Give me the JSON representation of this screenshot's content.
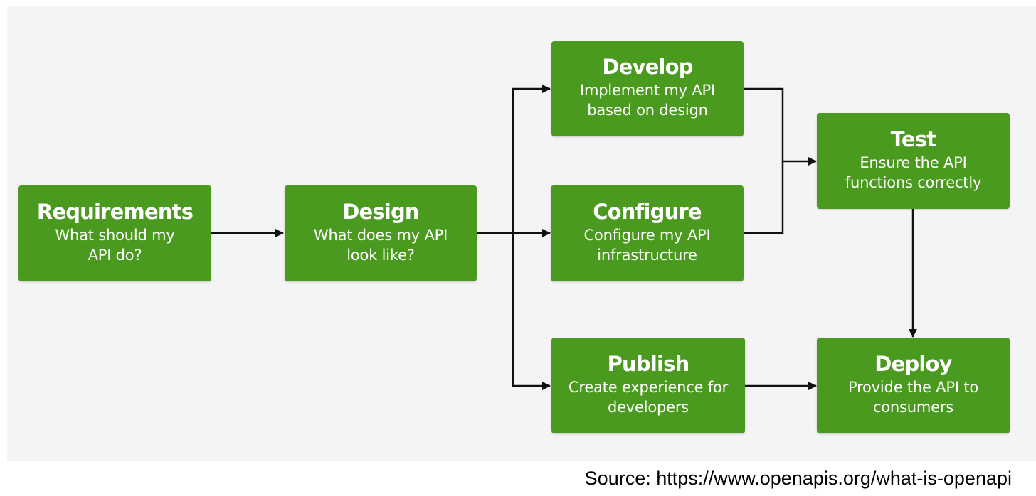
{
  "colors": {
    "node_fill": "#4a9a1f",
    "node_text": "#ffffff",
    "arrow": "#111111",
    "background": "#f4f4f4"
  },
  "nodes": {
    "requirements": {
      "title": "Requirements",
      "description": "What should my\nAPI do?"
    },
    "design": {
      "title": "Design",
      "description": "What does my API\nlook like?"
    },
    "develop": {
      "title": "Develop",
      "description": "Implement my API\nbased on design"
    },
    "configure": {
      "title": "Configure",
      "description": "Configure my API\ninfrastructure"
    },
    "publish": {
      "title": "Publish",
      "description": "Create experience for\ndevelopers"
    },
    "test": {
      "title": "Test",
      "description": "Ensure the API\nfunctions correctly"
    },
    "deploy": {
      "title": "Deploy",
      "description": "Provide the API to\nconsumers"
    }
  },
  "edges": [
    {
      "from": "requirements",
      "to": "design"
    },
    {
      "from": "design",
      "to": "develop"
    },
    {
      "from": "design",
      "to": "configure"
    },
    {
      "from": "design",
      "to": "publish"
    },
    {
      "from": "develop",
      "to": "test"
    },
    {
      "from": "configure",
      "to": "test"
    },
    {
      "from": "test",
      "to": "deploy"
    },
    {
      "from": "publish",
      "to": "deploy"
    }
  ],
  "source": "Source: https://www.openapis.org/what-is-openapi"
}
